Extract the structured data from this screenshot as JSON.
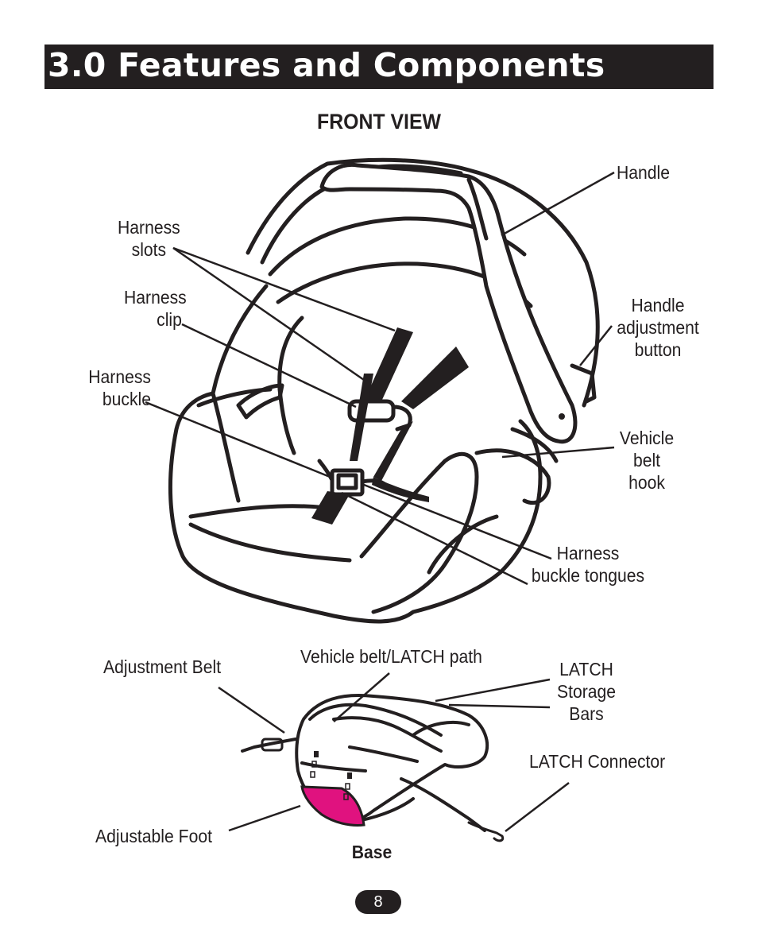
{
  "header": {
    "title": "3.0 Features and Components"
  },
  "front_view": {
    "title": "FRONT VIEW"
  },
  "seat_labels": {
    "handle": "Handle",
    "harness_slots": "Harness\n   slots",
    "harness_clip": "Harness\n       clip",
    "handle_adjustment_button": "Handle\nadjustment\nbutton",
    "harness_buckle": "Harness\nbuckle",
    "vehicle_belt_hook": "Vehicle\nbelt\nhook",
    "harness_buckle_tongues": "Harness\nbuckle tongues"
  },
  "base_labels": {
    "adjustment_belt": "Adjustment Belt",
    "vehicle_belt_latch_path": "Vehicle belt/LATCH path",
    "latch_storage_bars": "LATCH\nStorage\nBars",
    "latch_connector": "LATCH Connector",
    "adjustable_foot": "Adjustable Foot",
    "base_caption": "Base"
  },
  "colors": {
    "ink": "#231f20",
    "foot_highlight": "#e0127f",
    "header_bg": "#231f20",
    "header_text": "#ffffff"
  },
  "footer": {
    "page_number": "8"
  }
}
